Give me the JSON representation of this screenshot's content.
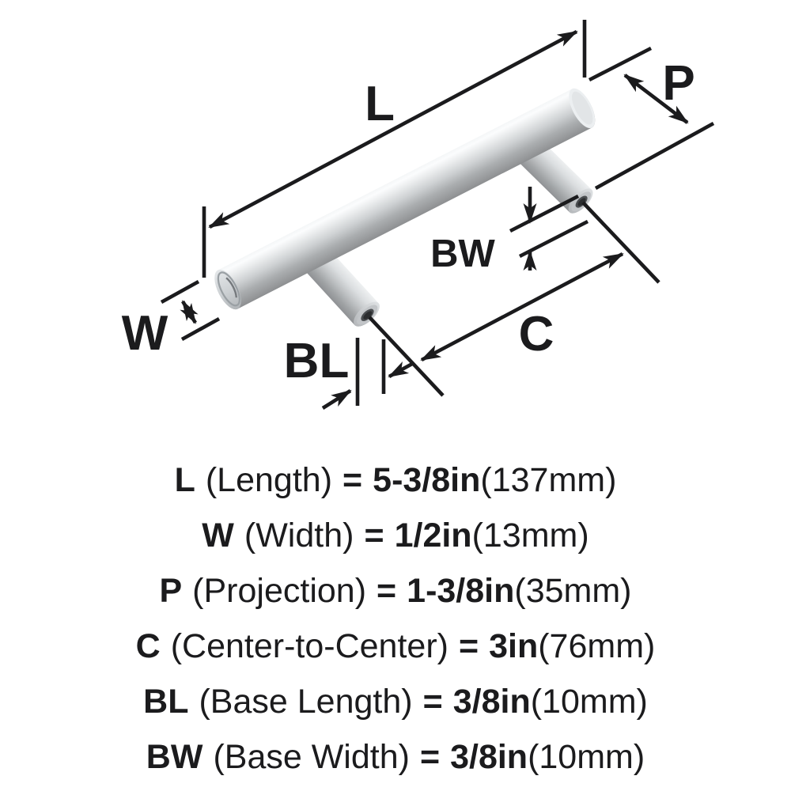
{
  "diagram": {
    "title": "bar pull dimension diagram",
    "labels": {
      "length": "L",
      "width": "W",
      "projection": "P",
      "center_to_center": "C",
      "base_length": "BL",
      "base_width": "BW"
    }
  },
  "legend": {
    "rows": [
      {
        "label": "L",
        "desc": "(Length)",
        "eq": "=",
        "value": "5-3/8in",
        "metric": "(137mm)"
      },
      {
        "label": "W",
        "desc": "(Width)",
        "eq": "=",
        "value": "1/2in",
        "metric": "(13mm)"
      },
      {
        "label": "P",
        "desc": "(Projection)",
        "eq": "=",
        "value": "1-3/8in",
        "metric": "(35mm)"
      },
      {
        "label": "C",
        "desc": "(Center-to-Center)",
        "eq": "=",
        "value": "3in",
        "metric": "(76mm)"
      },
      {
        "label": "BL",
        "desc": "(Base Length)",
        "eq": "=",
        "value": "3/8in",
        "metric": "(10mm)"
      },
      {
        "label": "BW",
        "desc": "(Base Width)",
        "eq": "=",
        "value": "3/8in",
        "metric": "(10mm)"
      }
    ]
  },
  "colors": {
    "ink": "#1b1b1d",
    "metal_highlight": "#fbfcfd",
    "metal_mid": "#cdd0d2",
    "metal_shadow": "#8d8f91",
    "screw_hole": "#2b2d2f",
    "background": "#ffffff"
  }
}
